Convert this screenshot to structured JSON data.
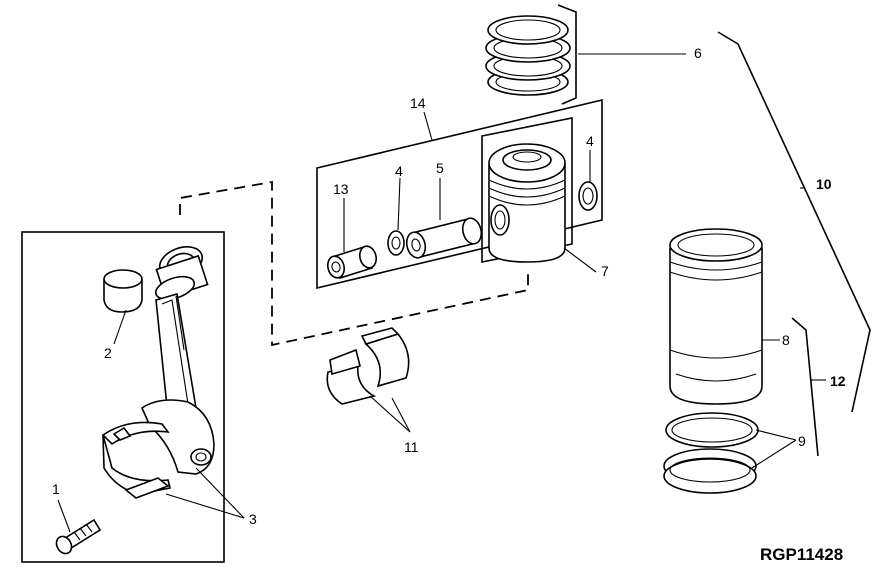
{
  "callouts": {
    "c1": "1",
    "c2": "2",
    "c3": "3",
    "c4a": "4",
    "c4b": "4",
    "c5": "5",
    "c6": "6",
    "c7": "7",
    "c8": "8",
    "c9": "9",
    "c10": "10",
    "c11": "11",
    "c12": "12",
    "c13": "13",
    "c14": "14"
  },
  "reference_code": "RGP11428"
}
